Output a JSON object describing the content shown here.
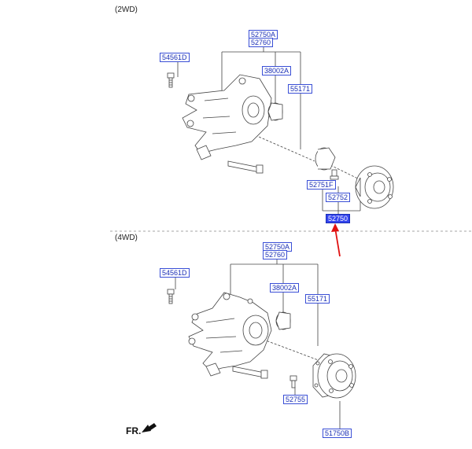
{
  "sections": {
    "two_wd": {
      "label": "(2WD)"
    },
    "four_wd": {
      "label": "(4WD)"
    }
  },
  "parts_2wd": {
    "p52750A": "52750A",
    "p52760": "52760",
    "p54561D": "54561D",
    "p38002A": "38002A",
    "p55171": "55171",
    "p52751F": "52751F",
    "p52752": "52752",
    "p52750": "52750"
  },
  "parts_4wd": {
    "p52750A": "52750A",
    "p52760": "52760",
    "p54561D": "54561D",
    "p38002A": "38002A",
    "p55171": "55171",
    "p52755": "52755",
    "p51750B": "51750B"
  },
  "selected_part": "52750",
  "front_indicator": "FR.",
  "colors": {
    "label_text": "#1a2fb5",
    "label_border": "#3a4fd6",
    "selected_fill": "#3344ee",
    "arrow": "#e01010",
    "line": "#444444"
  }
}
